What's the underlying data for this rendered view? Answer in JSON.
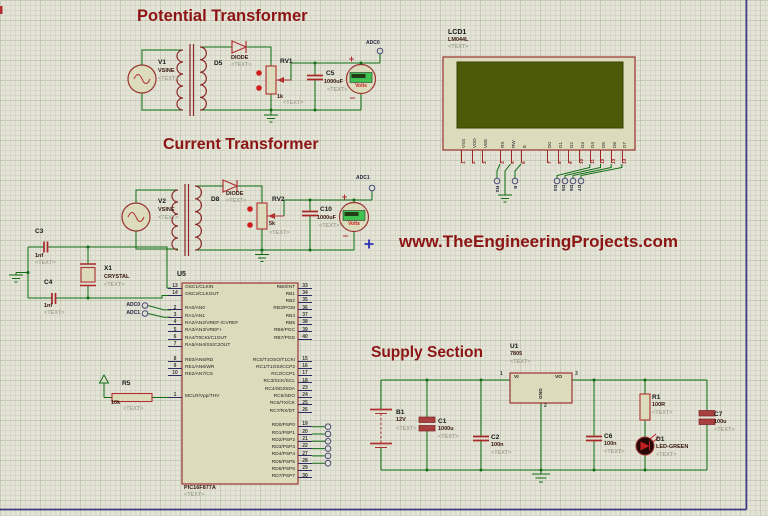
{
  "sections": {
    "potential_title": "Potential Transformer",
    "current_title": "Current Transformer",
    "supply_title": "Supply Section",
    "website": "www.TheEngineeringProjects.com"
  },
  "ph": "<TEXT>",
  "components": {
    "v1": {
      "ref": "V1",
      "value": "VSINE"
    },
    "v2": {
      "ref": "V2",
      "value": "VSINE"
    },
    "d5": {
      "ref": "D5",
      "value": "DIODE"
    },
    "d8": {
      "ref": "D8",
      "value": "DIODE"
    },
    "rv1": {
      "ref": "RV1",
      "value": "1k"
    },
    "rv2": {
      "ref": "RV2",
      "value": "5k"
    },
    "c5": {
      "ref": "C5",
      "value": "1000uF"
    },
    "c10": {
      "ref": "C10",
      "value": "1000uF"
    },
    "c3": {
      "ref": "C3",
      "value": "1nf"
    },
    "c4": {
      "ref": "C4",
      "value": "1nf"
    },
    "x1": {
      "ref": "X1",
      "value": "CRYSTAL"
    },
    "r5": {
      "ref": "R5",
      "value": "10k"
    },
    "u5": {
      "ref": "U5",
      "value": "PIC16F877A"
    },
    "lcd": {
      "ref": "LCD1",
      "value": "LM044L"
    },
    "u1": {
      "ref": "U1",
      "value": "7805"
    },
    "b1": {
      "ref": "B1",
      "value": "12V"
    },
    "c1": {
      "ref": "C1",
      "value": "1000u"
    },
    "c2": {
      "ref": "C2",
      "value": "100n"
    },
    "c6": {
      "ref": "C6",
      "value": "100n"
    },
    "c7": {
      "ref": "C7",
      "value": "100u"
    },
    "r1": {
      "ref": "R1",
      "value": "100R"
    },
    "d1": {
      "ref": "D1",
      "value": "LED-GREEN"
    }
  },
  "meters": {
    "volts": "Volts"
  },
  "terminals": {
    "adc0": "ADC0",
    "adc1": "ADC1"
  },
  "u1_pins": {
    "vi": "VI",
    "vo": "VO",
    "gnd": "GND",
    "n1": "1",
    "n2": "2",
    "n3": "3"
  },
  "pic": {
    "left_pins": [
      {
        "num": "13",
        "label": "OSC1/CLKIN"
      },
      {
        "num": "14",
        "label": "OSC2/CLKOUT"
      },
      {
        "num": "",
        "label": ""
      },
      {
        "num": "2",
        "label": "RA0/AN0"
      },
      {
        "num": "3",
        "label": "RA1/AN1"
      },
      {
        "num": "4",
        "label": "RA2/AN2/VREF-/CVREF"
      },
      {
        "num": "5",
        "label": "RA3/AN3/VREF+"
      },
      {
        "num": "6",
        "label": "RA4/T0CKI/C1OUT"
      },
      {
        "num": "7",
        "label": "RA5/AN4/SS/C2OUT"
      },
      {
        "num": "",
        "label": ""
      },
      {
        "num": "8",
        "label": "RE0/AN5/RD"
      },
      {
        "num": "9",
        "label": "RE1/AN6/WR"
      },
      {
        "num": "10",
        "label": "RE2/AN7/CS"
      },
      {
        "num": "",
        "label": ""
      },
      {
        "num": "",
        "label": ""
      },
      {
        "num": "1",
        "label": "MCLR/Vpp/THV"
      }
    ],
    "right_pins": [
      {
        "num": "33",
        "label": "RB0/INT"
      },
      {
        "num": "34",
        "label": "RB1"
      },
      {
        "num": "35",
        "label": "RB2"
      },
      {
        "num": "36",
        "label": "RB3/PGM"
      },
      {
        "num": "37",
        "label": "RB4"
      },
      {
        "num": "38",
        "label": "RB5"
      },
      {
        "num": "39",
        "label": "RB6/PGC"
      },
      {
        "num": "40",
        "label": "RB7/PGD"
      },
      {
        "num": "",
        "label": ""
      },
      {
        "num": "",
        "label": ""
      },
      {
        "num": "15",
        "label": "RC0/T1OSO/T1CKI"
      },
      {
        "num": "16",
        "label": "RC1/T1OSI/CCP2"
      },
      {
        "num": "17",
        "label": "RC2/CCP1"
      },
      {
        "num": "18",
        "label": "RC3/SCK/SCL"
      },
      {
        "num": "23",
        "label": "RC4/SDI/SDA"
      },
      {
        "num": "24",
        "label": "RC5/SDO"
      },
      {
        "num": "25",
        "label": "RC6/TX/CK"
      },
      {
        "num": "26",
        "label": "RC7/RX/DT"
      },
      {
        "num": "",
        "label": ""
      },
      {
        "num": "19",
        "label": "RD0/PSP0"
      },
      {
        "num": "20",
        "label": "RD1/PSP1"
      },
      {
        "num": "21",
        "label": "RD2/PSP2"
      },
      {
        "num": "22",
        "label": "RD3/PSP3"
      },
      {
        "num": "27",
        "label": "RD4/PSP4"
      },
      {
        "num": "28",
        "label": "RD5/PSP5"
      },
      {
        "num": "29",
        "label": "RD6/PSP6"
      },
      {
        "num": "30",
        "label": "RD7/PSP7"
      }
    ],
    "terminal_labels": [
      "RS",
      "E",
      "D4",
      "D5",
      "D6",
      "D7"
    ]
  },
  "lcd": {
    "group1": [
      {
        "num": "1",
        "name": "VSS"
      },
      {
        "num": "2",
        "name": "VDD"
      },
      {
        "num": "3",
        "name": "VEE"
      }
    ],
    "group2": [
      {
        "num": "4",
        "name": "RS"
      },
      {
        "num": "5",
        "name": "RW"
      },
      {
        "num": "6",
        "name": "E"
      }
    ],
    "group3": [
      {
        "num": "7",
        "name": "D0"
      },
      {
        "num": "8",
        "name": "D1"
      },
      {
        "num": "9",
        "name": "D2"
      },
      {
        "num": "10",
        "name": "D3"
      },
      {
        "num": "11",
        "name": "D4"
      },
      {
        "num": "12",
        "name": "D5"
      },
      {
        "num": "13",
        "name": "D6"
      },
      {
        "num": "14",
        "name": "D7"
      }
    ],
    "rs_terminal": "RS",
    "e_terminal": "E",
    "data_terminals": [
      "D4",
      "D5",
      "D6",
      "D7"
    ]
  }
}
